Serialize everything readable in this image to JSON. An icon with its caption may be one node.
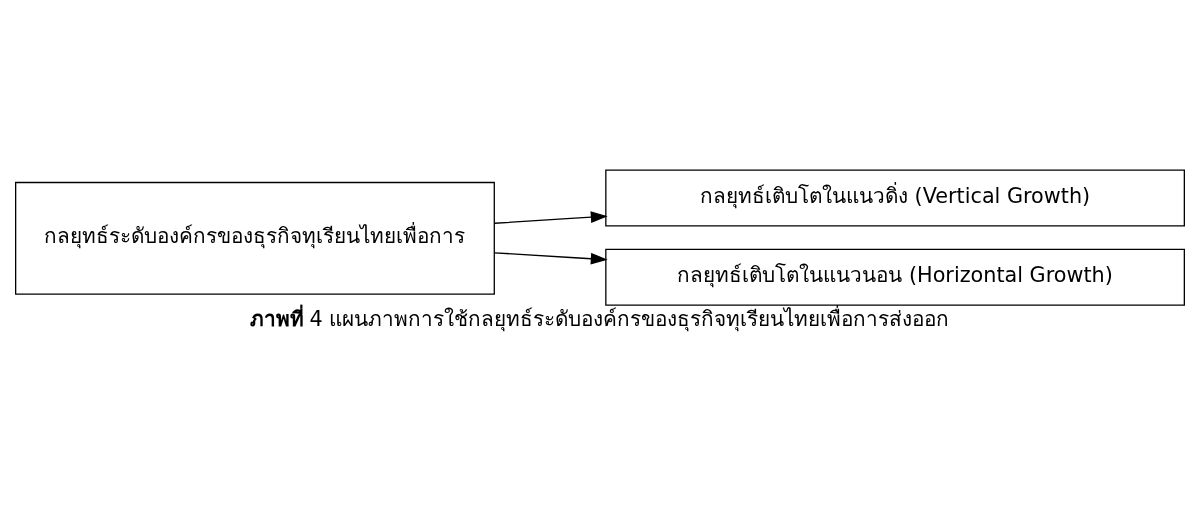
{
  "diagram": {
    "caption": "**ภาพที่** 4 แผนภาพการใช้กลยุทธ์ระดับองค์กรของธุรกิจทุเรียนไทยเพื่อการส่งออก",
    "nodes": [
      {
        "text": [
          "กลยุทธ์ระดับองค์กรของธุรกิจทุเรียนไทยเพื่อการ"
        ]
      },
      {
        "text": [
          "กลยุทธ์เติบโตในแนวดิ่ง (Vertical Growth)"
        ]
      },
      {
        "text": [
          "กลยุทธ์เติบโตในแนวนอน (Horizontal Growth)"
        ]
      }
    ],
    "edges": [
      {
        "from": 0,
        "to": 1,
        "arrow": "to"
      },
      {
        "from": 0,
        "to": 2,
        "arrow": "to"
      }
    ]
  }
}
